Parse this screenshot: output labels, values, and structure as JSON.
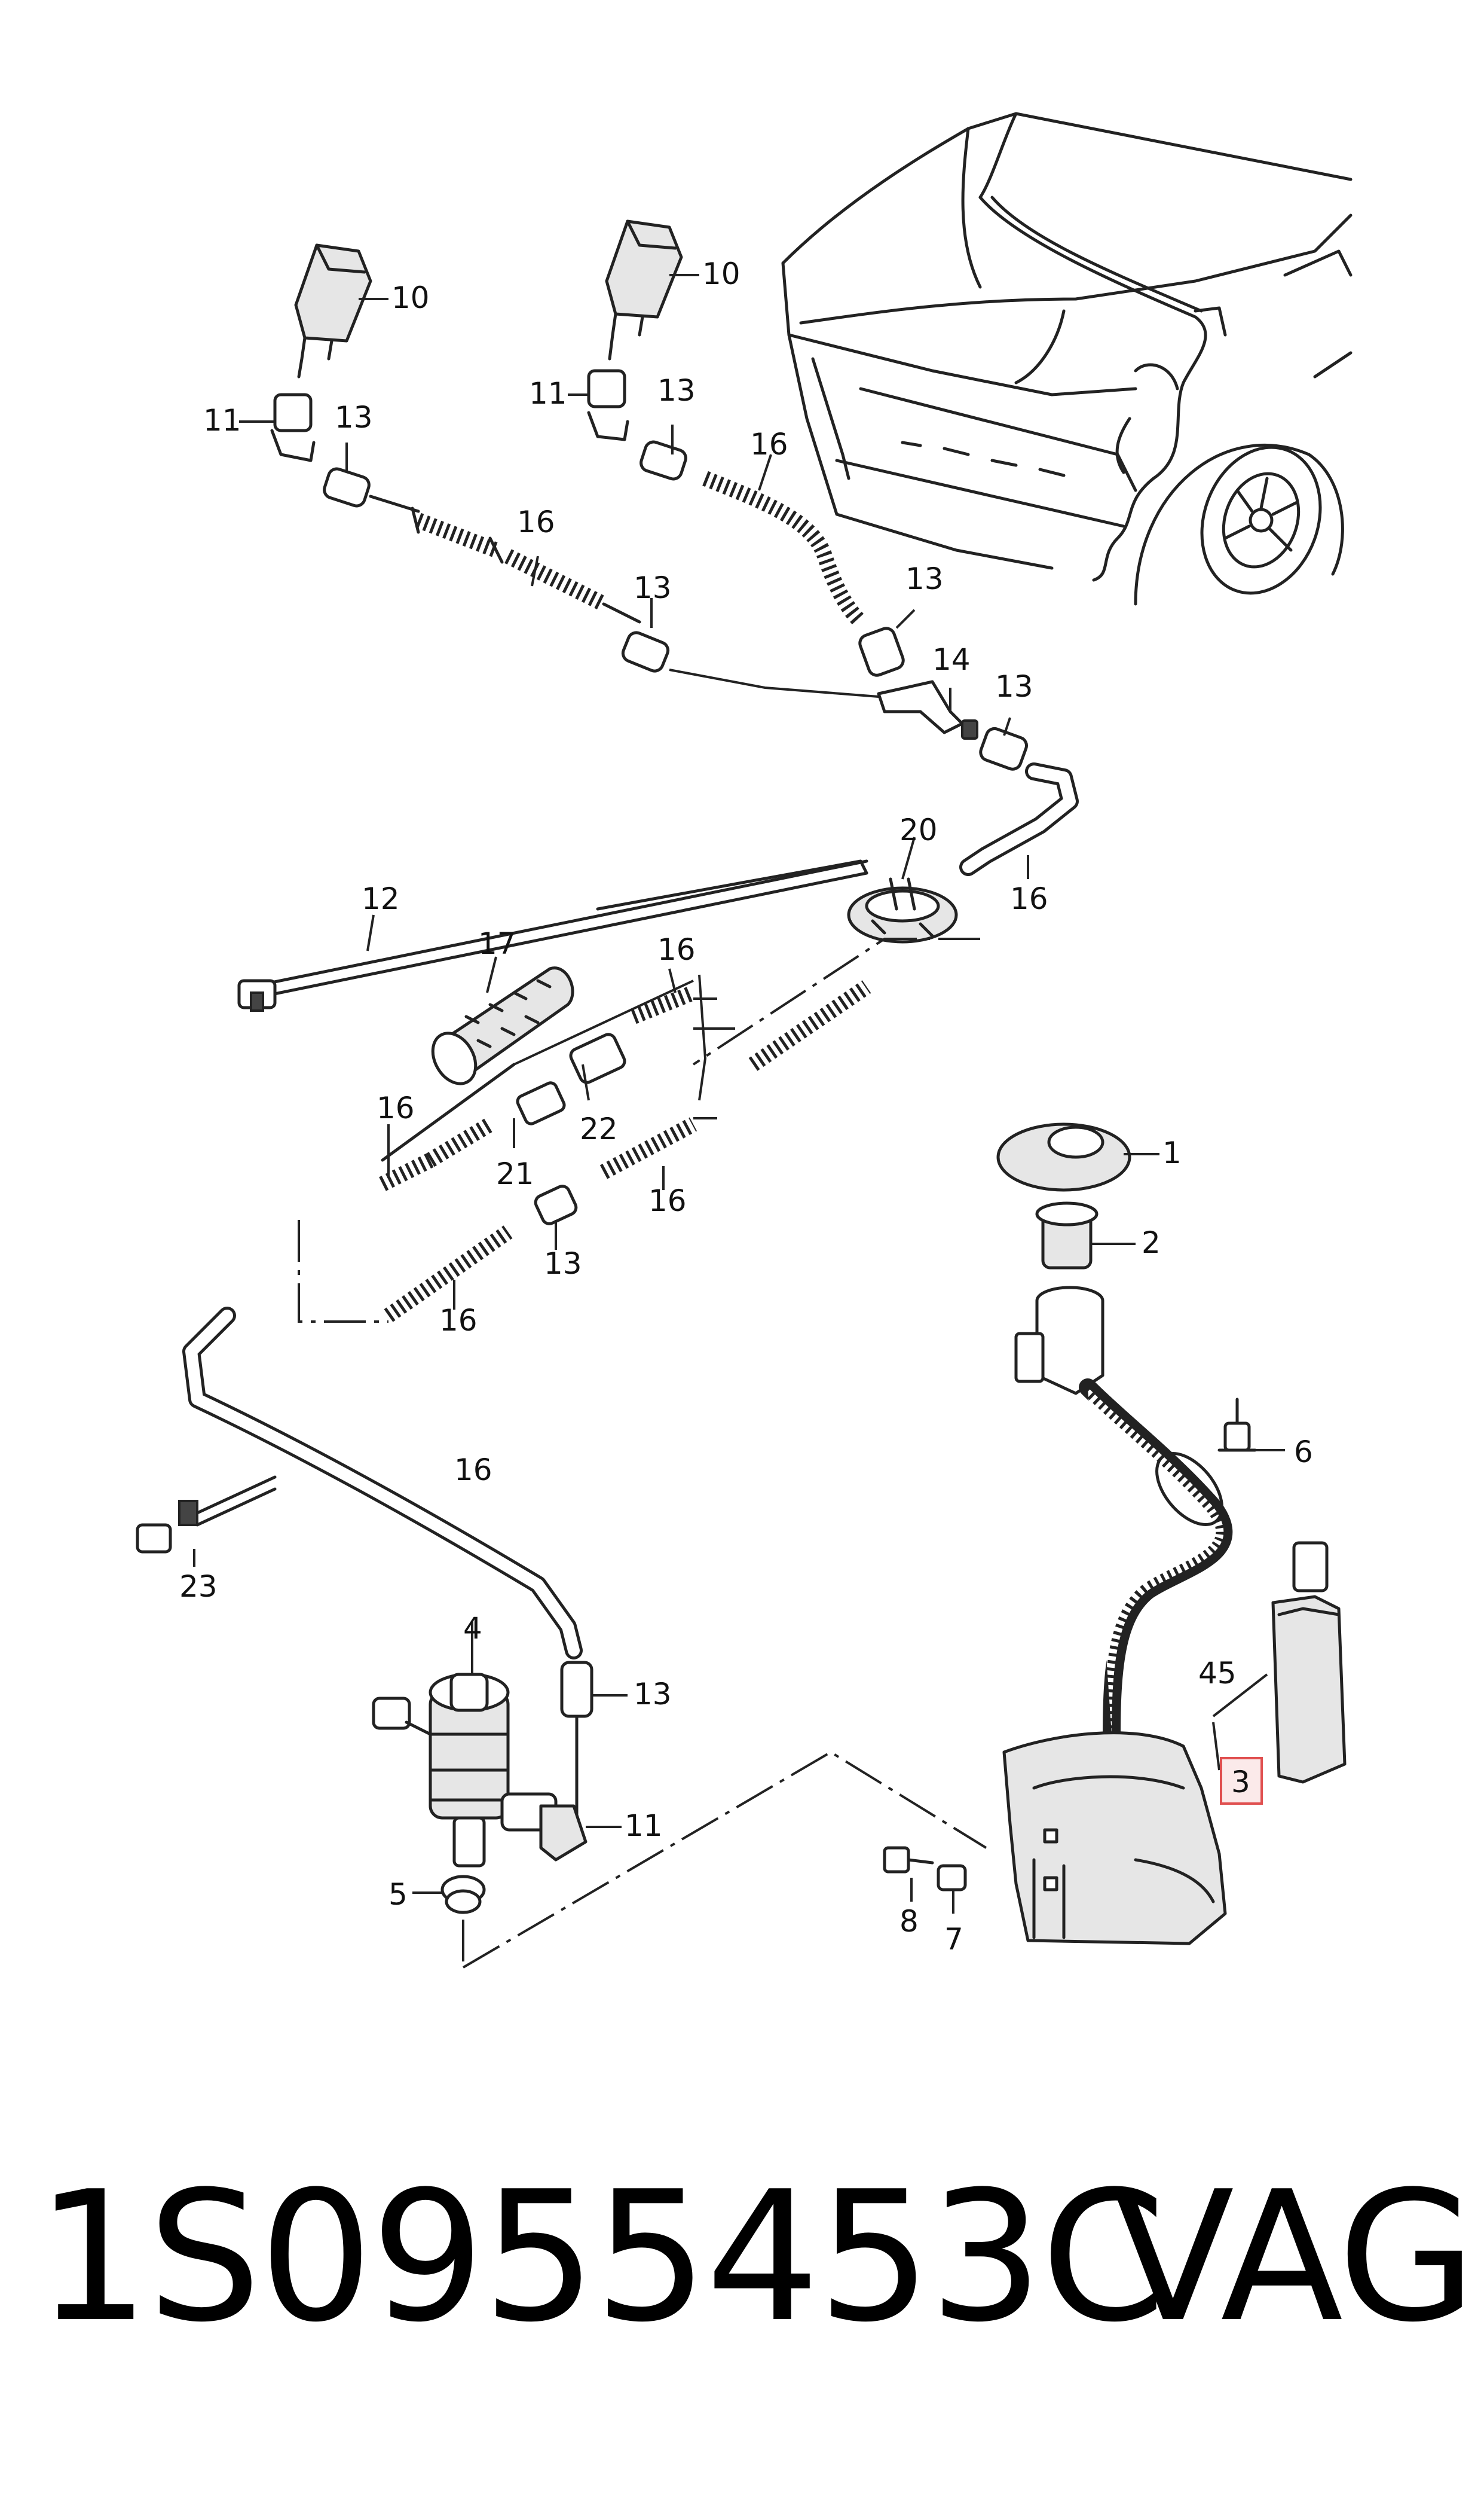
{
  "callouts": {
    "c1": "1",
    "c2": "2",
    "c3": "3",
    "c4": "4",
    "c5": "5",
    "c6": "6",
    "c7": "7",
    "c8": "8",
    "c10a": "10",
    "c10b": "10",
    "c11a": "11",
    "c11b": "11",
    "c11c": "11",
    "c12": "12",
    "c13a": "13",
    "c13b": "13",
    "c13c": "13",
    "c13d": "13",
    "c13e": "13",
    "c13f": "13",
    "c13g": "13",
    "c14": "14",
    "c16a": "16",
    "c16b": "16",
    "c16c": "16",
    "c16d": "16",
    "c16e": "16",
    "c16f": "16",
    "c16g": "16",
    "c16h": "16",
    "c17": "17",
    "c20": "20",
    "c21": "21",
    "c22": "22",
    "c23": "23",
    "c45": "45"
  },
  "highlight_color": "#e05050",
  "footer": {
    "part_number": "1S0955453C",
    "brand": "VAG"
  }
}
